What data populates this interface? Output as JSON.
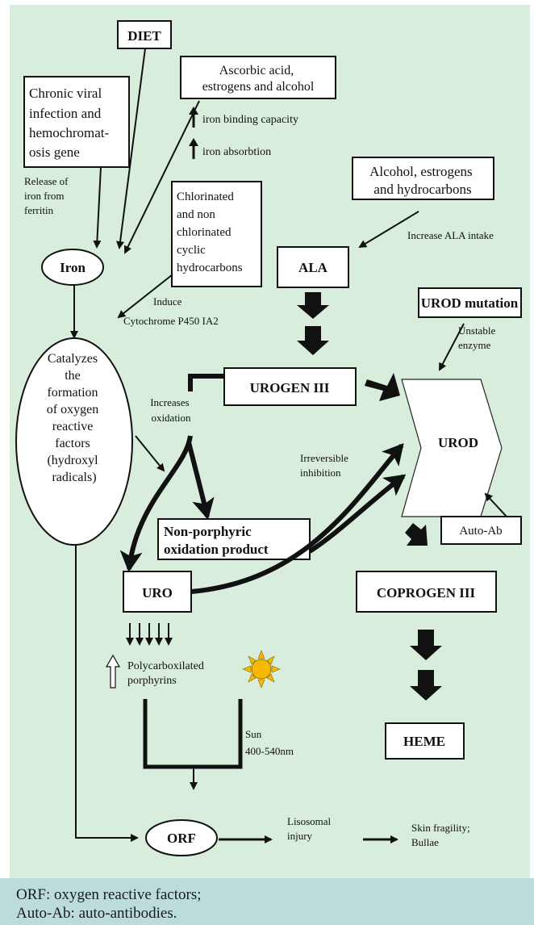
{
  "nodes": {
    "diet": "DIET",
    "ascorbic": [
      "Ascorbic acid,",
      "estrogens and alcohol"
    ],
    "chronic": [
      "Chronic viral",
      "infection and",
      "hemochromat-",
      "osis gene"
    ],
    "iron_binding": "iron binding capacity",
    "iron_absorption": "iron absorbtion",
    "release_iron": [
      "Release of",
      "iron from",
      "ferritin"
    ],
    "alcohol_estrogens": [
      "Alcohol, estrogens",
      "and hydrocarbons"
    ],
    "chlorinated": [
      "Chlorinated",
      "and non",
      "chlorinated",
      "cyclic",
      "hydrocarbons"
    ],
    "increase_ala": "Increase ALA  intake",
    "iron": "Iron",
    "ala": "ALA",
    "induce": "Induce",
    "cytochrome": "Cytochrome P450 IA2",
    "urod_mutation": "UROD mutation",
    "unstable_enzyme": [
      "Unstable",
      "enzyme"
    ],
    "catalyzes": [
      "Catalyzes",
      "the",
      "formation",
      "of oxygen",
      "reactive",
      "factors",
      "(hydroxyl",
      "radicals)"
    ],
    "urogen": "UROGEN III",
    "increases_oxidation": [
      "Increases",
      "oxidation"
    ],
    "urod": "UROD",
    "irreversible": [
      "Irreversible",
      "inhibition"
    ],
    "non_porphyric": [
      "Non-porphyric",
      "oxidation product"
    ],
    "auto_ab": "Auto-Ab",
    "uro": "URO",
    "coprogen": "COPROGEN III",
    "polycarbox": [
      "Polycarboxilated",
      "porphyrins"
    ],
    "sun": [
      "Sun",
      "400-540nm"
    ],
    "heme": "HEME",
    "orf": "ORF",
    "lisosomal": [
      "Lisosomal",
      "injury"
    ],
    "skin": [
      "Skin fragility;",
      "Bullae"
    ]
  },
  "caption": {
    "line1": "ORF: oxygen reactive factors;",
    "line2": "Auto-Ab: auto-antibodies."
  },
  "colors": {
    "diagram_background": "#d9eddd",
    "caption_background": "#bcdcdc",
    "sun": "#f6b800"
  }
}
